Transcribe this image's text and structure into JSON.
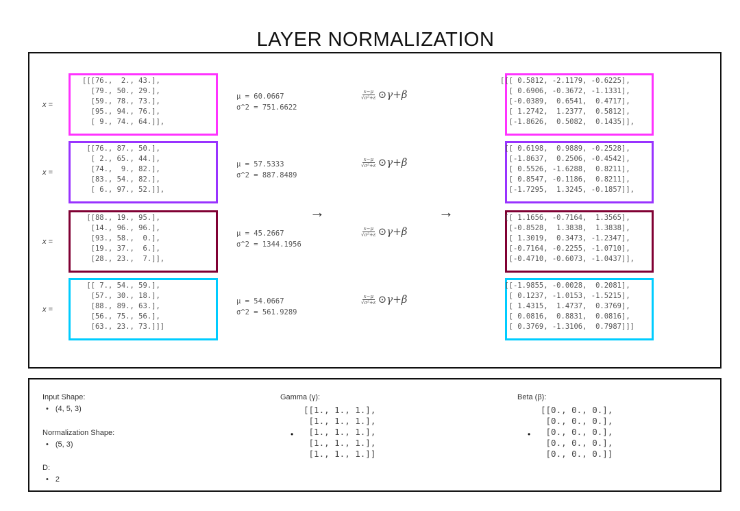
{
  "title": "LAYER NORMALIZATION",
  "colors": {
    "batch1": "#ff33ff",
    "batch2": "#9933ff",
    "batch3": "#800033",
    "batch4": "#00ccff"
  },
  "x_label": "x =",
  "formula": {
    "numerator": "x−μ",
    "denominator": "√σ²+ε",
    "tail": "⊙γ+β"
  },
  "arrow": "→",
  "inputs": [
    [
      "[[[76.,  2., 43.],",
      "  [79., 50., 29.],",
      "  [59., 78., 73.],",
      "  [95., 94., 76.],",
      "  [ 9., 74., 64.]],"
    ],
    [
      " [[76., 87., 50.],",
      "  [ 2., 65., 44.],",
      "  [74.,  9., 82.],",
      "  [83., 54., 82.],",
      "  [ 6., 97., 52.]],"
    ],
    [
      " [[88., 19., 95.],",
      "  [14., 96., 96.],",
      "  [93., 58.,  0.],",
      "  [19., 37.,  6.],",
      "  [28., 23.,  7.]],"
    ],
    [
      " [[ 7., 54., 59.],",
      "  [57., 30., 18.],",
      "  [88., 89., 63.],",
      "  [56., 75., 56.],",
      "  [63., 23., 73.]]]"
    ]
  ],
  "stats": [
    {
      "mu": "μ = 60.0667",
      "var": "σ^2 = 751.6622"
    },
    {
      "mu": "μ = 57.5333",
      "var": "σ^2 = 887.8489"
    },
    {
      "mu": "μ = 45.2667",
      "var": "σ^2 = 1344.1956"
    },
    {
      "mu": "μ = 54.0667",
      "var": "σ^2 = 561.9289"
    }
  ],
  "outputs": [
    [
      "[[[ 0.5812, -2.1179, -0.6225],",
      "  [ 0.6906, -0.3672, -1.1331],",
      "  [-0.0389,  0.6541,  0.4717],",
      "  [ 1.2742,  1.2377,  0.5812],",
      "  [-1.8626,  0.5082,  0.1435]],"
    ],
    [
      " [[ 0.6198,  0.9889, -0.2528],",
      "  [-1.8637,  0.2506, -0.4542],",
      "  [ 0.5526, -1.6288,  0.8211],",
      "  [ 0.8547, -0.1186,  0.8211],",
      "  [-1.7295,  1.3245, -0.1857]],"
    ],
    [
      " [[ 1.1656, -0.7164,  1.3565],",
      "  [-0.8528,  1.3838,  1.3838],",
      "  [ 1.3019,  0.3473, -1.2347],",
      "  [-0.7164, -0.2255, -1.0710],",
      "  [-0.4710, -0.6073, -1.0437]],"
    ],
    [
      " [[-1.9855, -0.0028,  0.2081],",
      "  [ 0.1237, -1.0153, -1.5215],",
      "  [ 1.4315,  1.4737,  0.3769],",
      "  [ 0.0816,  0.8831,  0.0816],",
      "  [ 0.3769, -1.3106,  0.7987]]]"
    ]
  ],
  "params": {
    "input_shape_label": "Input Shape:",
    "input_shape": "(4, 5, 3)",
    "norm_shape_label": "Normalization Shape:",
    "norm_shape": "(5, 3)",
    "d_label": "D:",
    "d": "2",
    "gamma_label": "Gamma (γ):",
    "gamma": [
      "[[1., 1., 1.],",
      " [1., 1., 1.],",
      " [1., 1., 1.],",
      " [1., 1., 1.],",
      " [1., 1., 1.]]"
    ],
    "beta_label": "Beta (β):",
    "beta": [
      "[[0., 0., 0.],",
      " [0., 0., 0.],",
      " [0., 0., 0.],",
      " [0., 0., 0.],",
      " [0., 0., 0.]]"
    ]
  }
}
